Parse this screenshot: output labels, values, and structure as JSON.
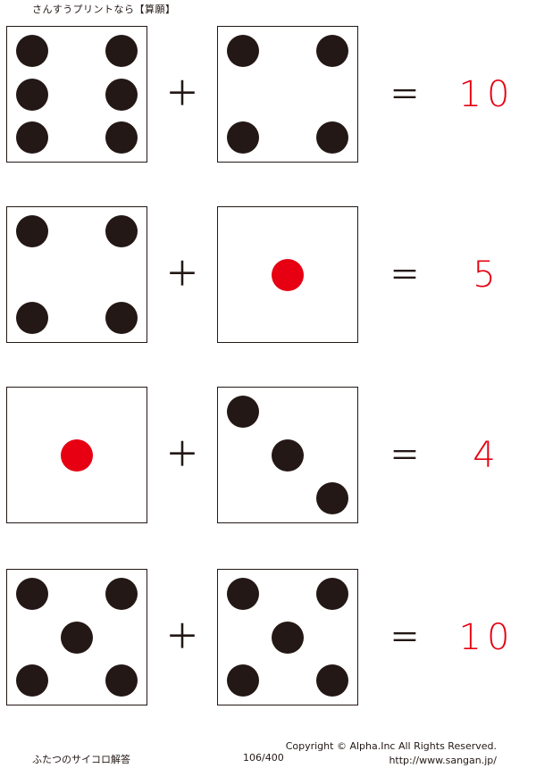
{
  "header": {
    "title": "さんすうプリントなら【算願】"
  },
  "colors": {
    "ink": "#231815",
    "accent": "#e60012"
  },
  "problems": [
    {
      "left_pips": 6,
      "right_pips": 4,
      "operator": "＋",
      "equals": "＝",
      "answer": "10"
    },
    {
      "left_pips": 4,
      "right_pips": 1,
      "operator": "＋",
      "equals": "＝",
      "answer": "5"
    },
    {
      "left_pips": 1,
      "right_pips": 3,
      "operator": "＋",
      "equals": "＝",
      "answer": "4"
    },
    {
      "left_pips": 5,
      "right_pips": 5,
      "operator": "＋",
      "equals": "＝",
      "answer": "10"
    }
  ],
  "footer": {
    "title": "ふたつのサイコロ解答",
    "page": "106/400",
    "copyright": "Copyright ©  Alpha.Inc All Rights Reserved.",
    "url": "http://www.sangan.jp/"
  }
}
